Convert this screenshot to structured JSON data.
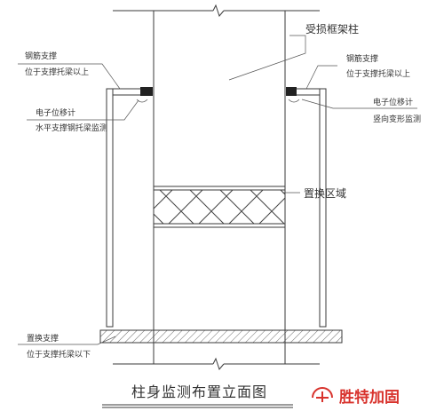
{
  "labels": {
    "column": "受损框架柱",
    "area": "置换区域",
    "left_top_1": "钢筋支撑",
    "left_top_2": "位于支撑托梁以上",
    "left_mid_1": "电子位移计",
    "left_mid_2": "水平支撑钢托梁监测",
    "right_top_1": "钢筋支撑",
    "right_top_2": "位于支撑托梁以上",
    "right_mid_1": "电子位移计",
    "right_mid_2": "竖向变形监测",
    "bottom_1": "置换支撑",
    "bottom_2": "位于支撑托梁以下"
  },
  "title": "柱身监测布置立面图",
  "logo": {
    "text": "胜特加固",
    "color": "#d8322c"
  },
  "colors": {
    "line": "#3a3a3a",
    "text": "#333333"
  }
}
